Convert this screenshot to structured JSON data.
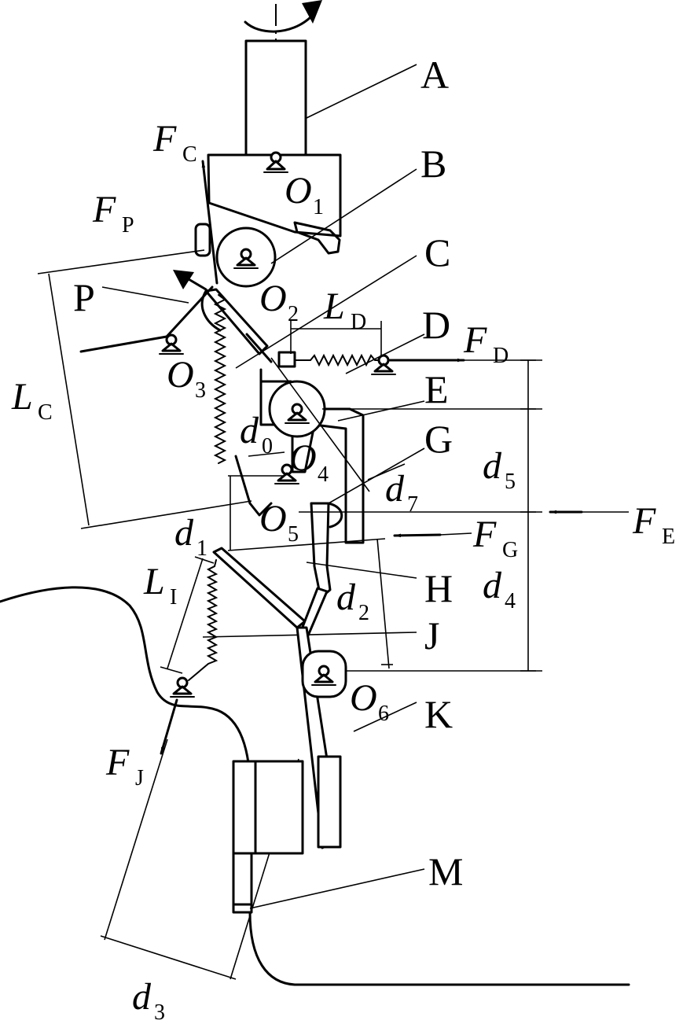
{
  "labels": {
    "A": "A",
    "B": "B",
    "C": "C",
    "D": "D",
    "E": "E",
    "G": "G",
    "H": "H",
    "J": "J",
    "K": "K",
    "M": "M",
    "P": "P",
    "O1": "O",
    "O1_sub": "1",
    "O2": "O",
    "O2_sub": "2",
    "O3": "O",
    "O3_sub": "3",
    "O4": "O",
    "O4_sub": "4",
    "O5": "O",
    "O5_sub": "5",
    "O6": "O",
    "O6_sub": "6",
    "FC": "F",
    "FC_sub": "C",
    "FP": "F",
    "FP_sub": "P",
    "FD": "F",
    "FD_sub": "D",
    "FE": "F",
    "FE_sub": "E",
    "FG": "F",
    "FG_sub": "G",
    "FJ": "F",
    "FJ_sub": "J",
    "LC": "L",
    "LC_sub": "C",
    "LD": "L",
    "LD_sub": "D",
    "LI": "L",
    "LI_sub": "I",
    "d0": "d",
    "d0_sub": "0",
    "d1": "d",
    "d1_sub": "1",
    "d2": "d",
    "d2_sub": "2",
    "d3": "d",
    "d3_sub": "3",
    "d4": "d",
    "d4_sub": "4",
    "d5": "d",
    "d5_sub": "5",
    "d7": "d",
    "d7_sub": "7"
  }
}
